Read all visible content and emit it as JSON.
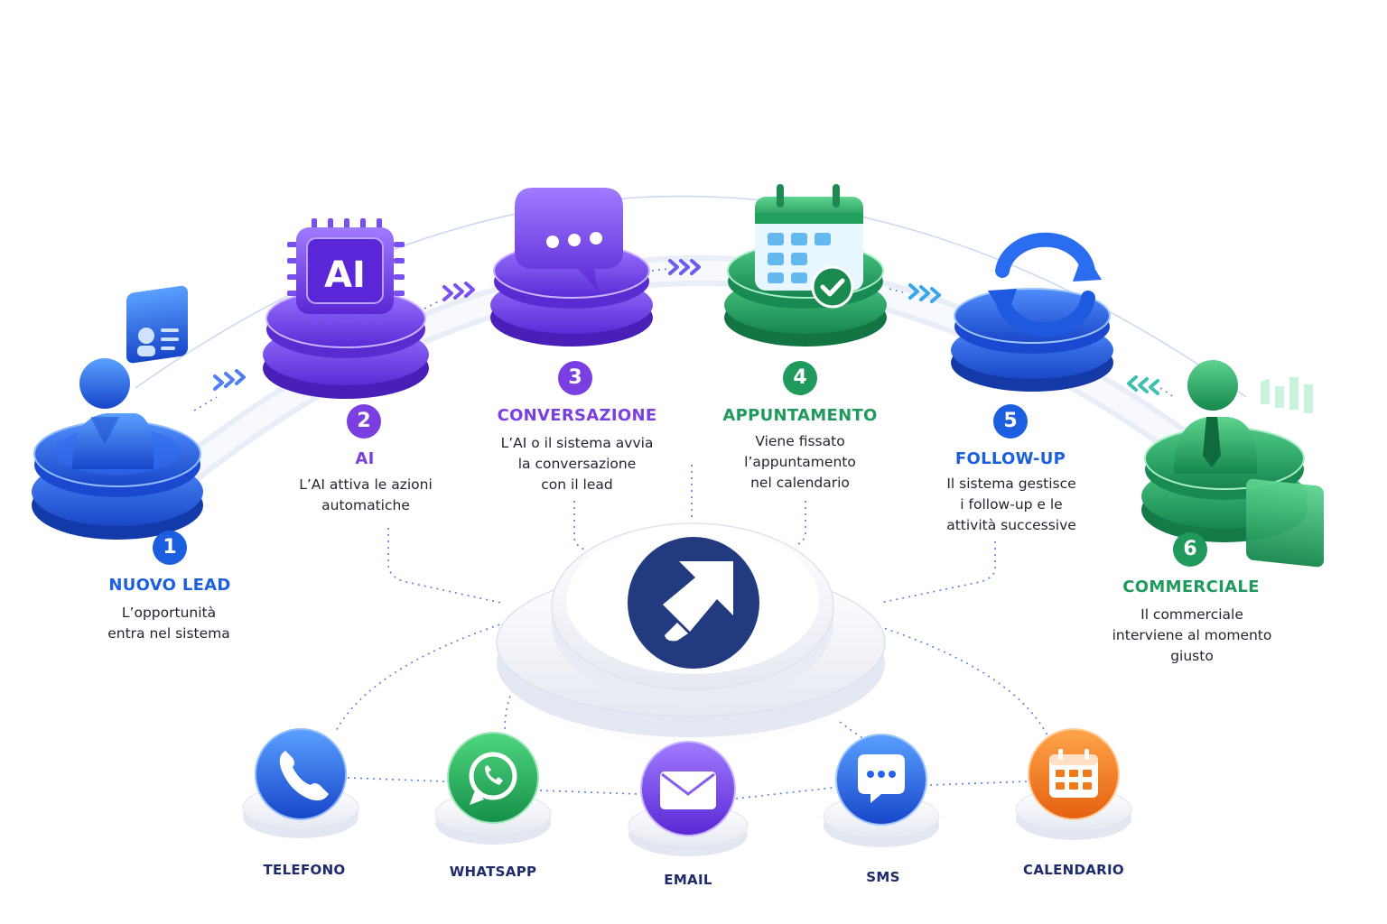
{
  "steps": [
    {
      "number": "1",
      "title": "NUOVO LEAD",
      "desc": [
        "L’opportunità",
        "entra nel sistema"
      ],
      "color": "#1b5fe0",
      "icon": "user-id-card-icon"
    },
    {
      "number": "2",
      "title": "AI",
      "desc": [
        "L’AI attiva le azioni",
        "automatiche"
      ],
      "color": "#7a3fe0",
      "icon": "ai-chip-icon"
    },
    {
      "number": "3",
      "title": "CONVERSAZIONE",
      "desc": [
        "L’AI o il sistema avvia",
        "la conversazione",
        "con il lead"
      ],
      "color": "#7a3fe0",
      "icon": "chat-bubble-icon"
    },
    {
      "number": "4",
      "title": "APPUNTAMENTO",
      "desc": [
        "Viene fissato",
        "l’appuntamento",
        "nel calendario"
      ],
      "color": "#1f9a5c",
      "icon": "calendar-check-icon"
    },
    {
      "number": "5",
      "title": "FOLLOW-UP",
      "desc": [
        "Il sistema gestisce",
        "i follow-up e le",
        "attività successive"
      ],
      "color": "#1b5fe0",
      "icon": "sync-arrows-icon"
    },
    {
      "number": "6",
      "title": "COMMERCIALE",
      "desc": [
        "Il commerciale",
        "interviene al momento",
        "giusto"
      ],
      "color": "#1f9a5c",
      "icon": "salesperson-chart-icon"
    }
  ],
  "channels": [
    {
      "label": "TELEFONO",
      "icon": "phone-icon",
      "color": "#1b5fe0"
    },
    {
      "label": "WHATSAPP",
      "icon": "whatsapp-icon",
      "color": "#1f9a4e"
    },
    {
      "label": "EMAIL",
      "icon": "envelope-icon",
      "color": "#7a3fe0"
    },
    {
      "label": "SMS",
      "icon": "sms-bubble-icon",
      "color": "#2563eb"
    },
    {
      "label": "CALENDARIO",
      "icon": "calendar-icon",
      "color": "#f07a1a"
    }
  ],
  "hub": {
    "icon": "brand-arrow-logo",
    "color": "#223a80"
  }
}
